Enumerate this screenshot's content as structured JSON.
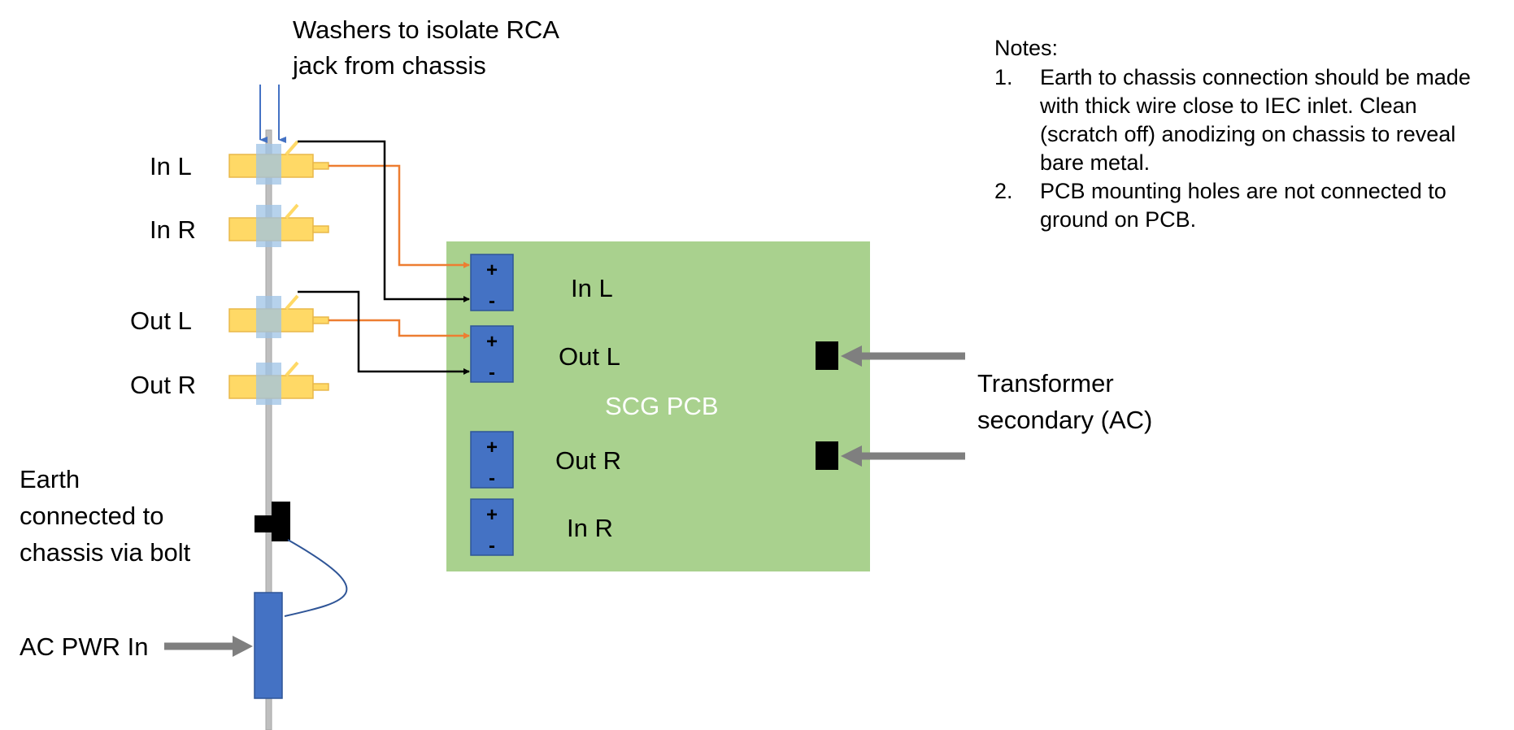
{
  "colors": {
    "chassis": "#bfbfbf",
    "rca_body": "#ffd966",
    "rca_edge": "#e8b84a",
    "washer": "#9dc3e6",
    "pcb": "#a9d18e",
    "terminal": "#4472c4",
    "terminal_edge": "#2f5597",
    "signal_wire": "#ed7d31",
    "ground_wire": "#000000",
    "arrow_gray": "#7f7f7f",
    "earth_wire": "#2f5597"
  },
  "washers_label": [
    "Washers to isolate RCA",
    "jack from chassis"
  ],
  "jacks": [
    {
      "label": "In L"
    },
    {
      "label": "In R"
    },
    {
      "label": "Out L"
    },
    {
      "label": "Out R"
    }
  ],
  "earth_label": [
    "Earth",
    "connected to",
    "chassis via bolt"
  ],
  "ac_label": "AC PWR In",
  "pcb": {
    "label": "SCG PCB",
    "terminals": [
      {
        "plus": "+",
        "minus": "-",
        "label": "In L"
      },
      {
        "plus": "+",
        "minus": "-",
        "label": "Out L"
      },
      {
        "plus": "+",
        "minus": "-",
        "label": "Out R"
      },
      {
        "plus": "+",
        "minus": "-",
        "label": "In R"
      }
    ]
  },
  "transformer_label": [
    "Transformer",
    "secondary (AC)"
  ],
  "notes": {
    "title": "Notes:",
    "items": [
      {
        "num": "1.",
        "lines": [
          "Earth to chassis connection should be made",
          "with thick wire close to IEC inlet. Clean",
          "(scratch off) anodizing on chassis to reveal",
          "bare metal."
        ]
      },
      {
        "num": "2.",
        "lines": [
          "PCB mounting holes are not connected to",
          "ground on PCB."
        ]
      }
    ]
  }
}
